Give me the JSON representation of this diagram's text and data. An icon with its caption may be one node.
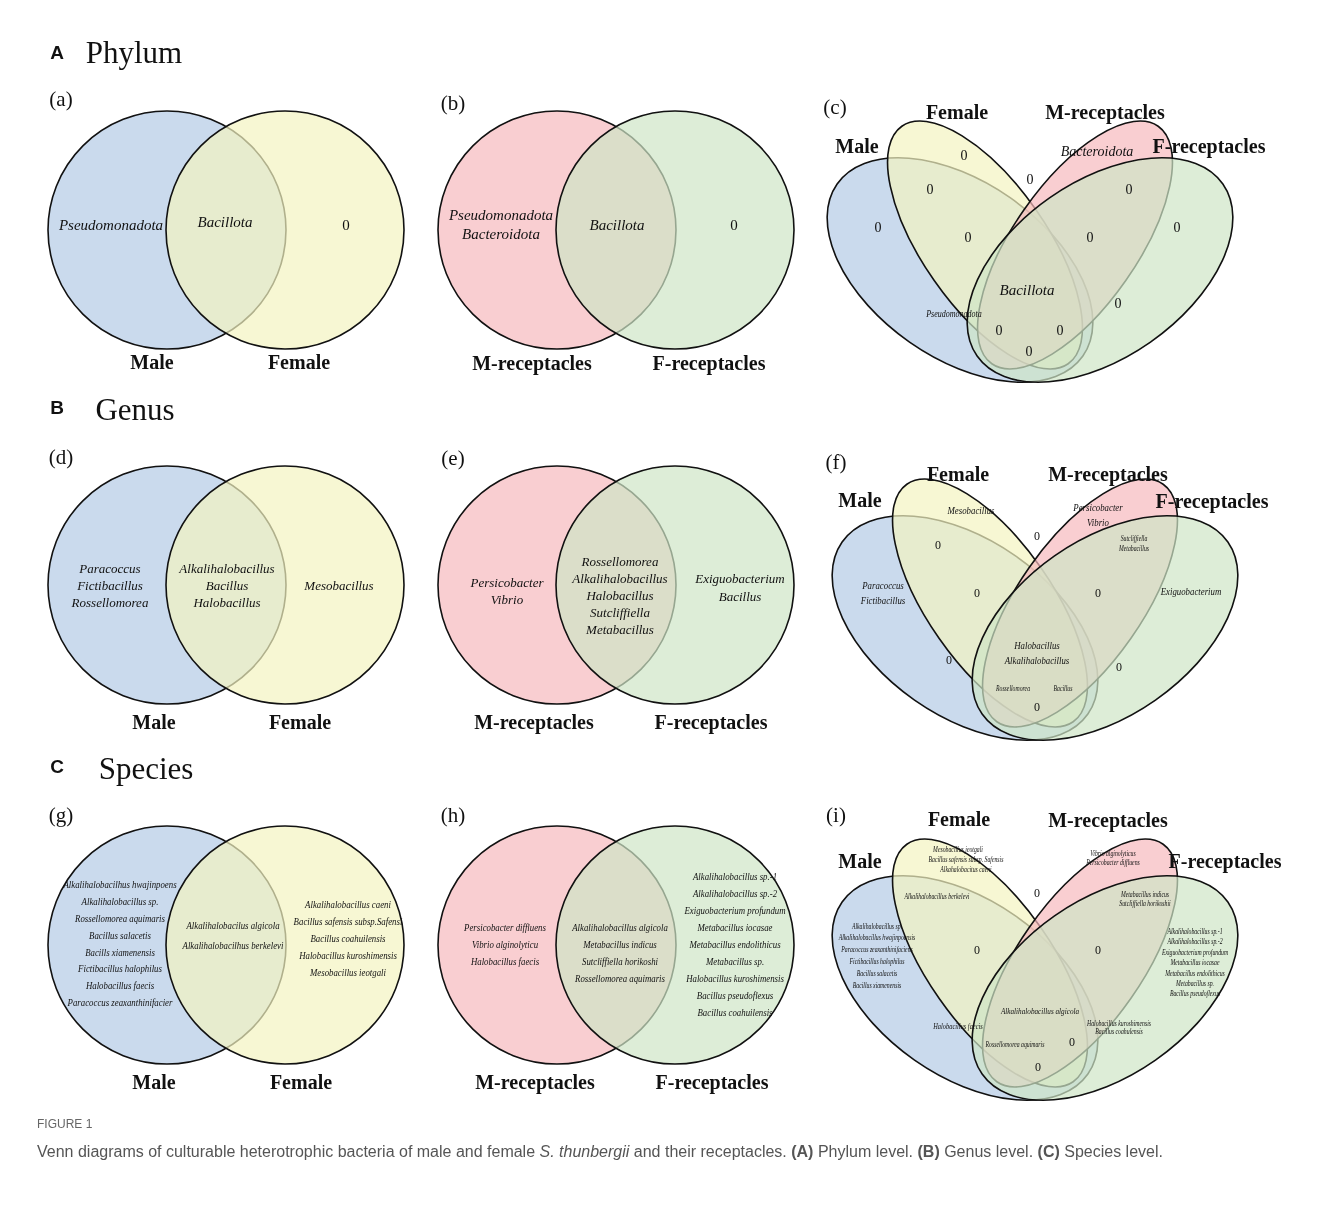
{
  "diagram": {
    "caption": "Venn diagrams of culturable heterotrophic bacteria of male and female *S. thunbergii* and their receptacles. **(A)** Phylum level. **(B)** Genus level. **(C)** Species level.",
    "labels": [
      "A",
      "Phylum",
      "(a)",
      "Pseudomonadota",
      "Bacillota",
      "0",
      "Male",
      "Female",
      "(b)",
      "Pseudomonadota",
      "Bacteroidota",
      "Bacillota",
      "0",
      "M-receptacles",
      "F-receptacles",
      "(c)",
      "Female",
      "M-receptacles",
      "Male",
      "0",
      "Bacteroidota",
      "F-receptacles",
      "0",
      "0",
      "0",
      "0",
      "0",
      "0",
      "0",
      "Bacillota",
      "0",
      "Pseudomonadota",
      "0",
      "0",
      "0",
      "B",
      "Genus",
      "(d)",
      "Paracoccus",
      "Fictibacillus",
      "Rossellomorea",
      "Alkalihalobacillus",
      "Bacillus",
      "Halobacillus",
      "Mesobacillus",
      "Male",
      "Female",
      "(e)",
      "Persicobacter",
      "Vibrio",
      "Rossellomorea",
      "Alkalihalobacillus",
      "Halobacillus",
      "Sutcliffiella",
      "Metabacillus",
      "Exiguobacterium",
      "Bacillus",
      "M-receptacles",
      "F-receptacles",
      "(f)",
      "Female",
      "M-receptacles",
      "Male",
      "F-receptacles",
      "Mesobacillus",
      "Persicobacter",
      "Vibrio",
      "0",
      "Sutcliffiella",
      "Metabacillus",
      "0",
      "Paracoccus",
      "Fictibacillus",
      "0",
      "0",
      "Exiguobacterium",
      "Halobacillus",
      "0",
      "Alkalihalobacillus",
      "0",
      "Rossellomorea",
      "Bacillus",
      "0",
      "C",
      "Species",
      "(g)",
      "Alkalihalobacilhus hwajinpoens",
      "Alkalihalobacillus sp.",
      "Rossellomorea aquimaris",
      "Bacillus salacetis",
      "Bacills xiamenensis",
      "Fictibacillus halophilus",
      "Halobacillus faecis",
      "Paracoccus zeaxanthinifacier",
      "Alkalihalobacilus algicola",
      "Alkalihalobacilhus berkelevi",
      "Alkalihalobacillus caeni",
      "Bacillus safensis subsp.Safensi",
      "Bacillus coahuilensis",
      "Halobacillus kuroshimensis",
      "Mesobacillus ieotgali",
      "Male",
      "Female",
      "(h)",
      "Persicobacter diffluens",
      "Vibrio alginolyticu",
      "Halobacillus faecis",
      "Alkalihalobacillus algicola",
      "Metabacillus indicus",
      "Sutcliffiella horikoshi",
      "Rossellomorea aquimaris",
      "Alkalihalobacillus sp.-1",
      "Alkalihalobacillus sp.-2",
      "Exiguobacterium profundum",
      "Metabacillus iocasae",
      "Metabacillus endolithicus",
      "Metabacillus sp.",
      "Halobacillus kuroshimensis",
      "Bacillus pseudoflexus",
      "Bacillus coahuilensis",
      "M-receptacles",
      "F-receptacles",
      "(i)",
      "Female",
      "M-receptacles",
      "Male",
      "F-receptacles",
      "Mesobacillus jeotgali",
      "Bacillus safensis subsp. Safensis",
      "Alkahalobacitus caeni",
      "Vibrio alginolyticus",
      "Persicobacter diffluens",
      "Alkalihalobacillus berkelevi",
      "0",
      "Metabacillus indicus",
      "Sutcliffiella horikoshii",
      "Alkalihalobacillus sp.",
      "Alkalihalobacillus hwajinpoensis",
      "Paracoccus zeaxanthinifaciens",
      "Fictibacillus halophilus",
      "Bacillus salacetis",
      "Bacillus xiamenensis",
      "Alkalihalobacillus sp.-1",
      "Alkalihalobacillus sp.-2",
      "Exiguobacterium profundum",
      "Metabacillus iocasae",
      "Metabacillus endolithicus",
      "Metabacillus sp.",
      "Bacillus pseudoflexus",
      "0",
      "0",
      "Alkalihalobacillus algicola",
      "Halobacillus faecis",
      "Halobacillus kuroshimensis",
      "Bacillus coahulensis",
      "Rossellomorea aquimaris",
      "0",
      "0",
      "FIGURE 1"
    ]
  }
}
